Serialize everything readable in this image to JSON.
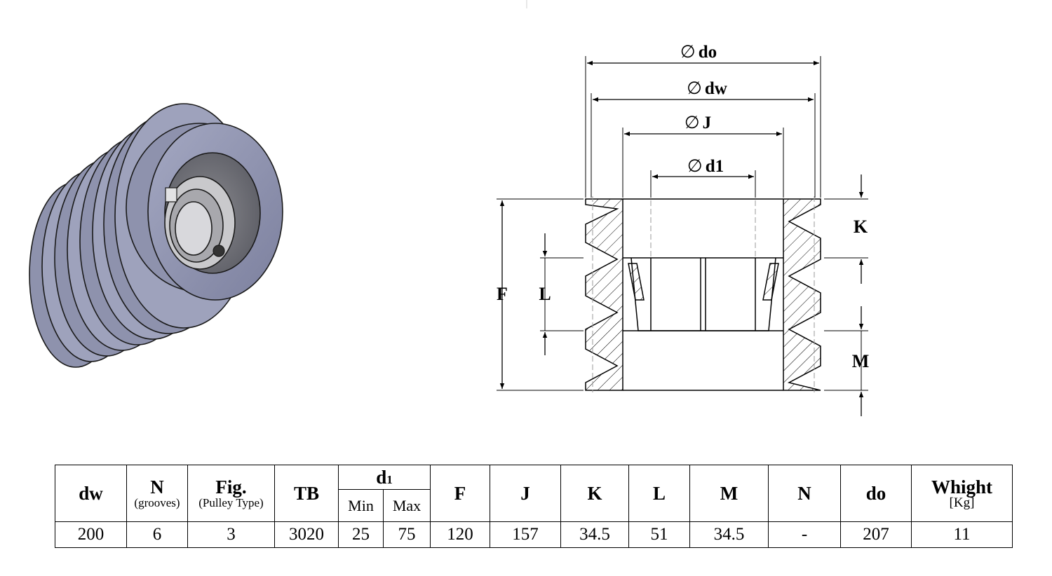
{
  "drawing": {
    "diameter_symbol": "∅",
    "labels": {
      "do": "do",
      "dw": "dw",
      "J": "J",
      "d1": "d1",
      "K": "K",
      "F": "F",
      "L": "L",
      "M": "M"
    }
  },
  "table": {
    "headers": {
      "dw": "dw",
      "N": "N",
      "N_sub": "(grooves)",
      "Fig": "Fig.",
      "Fig_sub": "(Pulley Type)",
      "TB": "TB",
      "d1": "d",
      "d1_sub": "1",
      "Min": "Min",
      "Max": "Max",
      "F": "F",
      "J": "J",
      "K": "K",
      "L": "L",
      "M": "M",
      "N2": "N",
      "do": "do",
      "Whight": "Whight",
      "Whight_sub": "[Kg]"
    },
    "row": {
      "dw": "200",
      "N": "6",
      "Fig": "3",
      "TB": "3020",
      "Min": "25",
      "Max": "75",
      "F": "120",
      "J": "157",
      "K": "34.5",
      "L": "51",
      "M": "34.5",
      "N2": "-",
      "do": "207",
      "Whight": "11"
    }
  }
}
